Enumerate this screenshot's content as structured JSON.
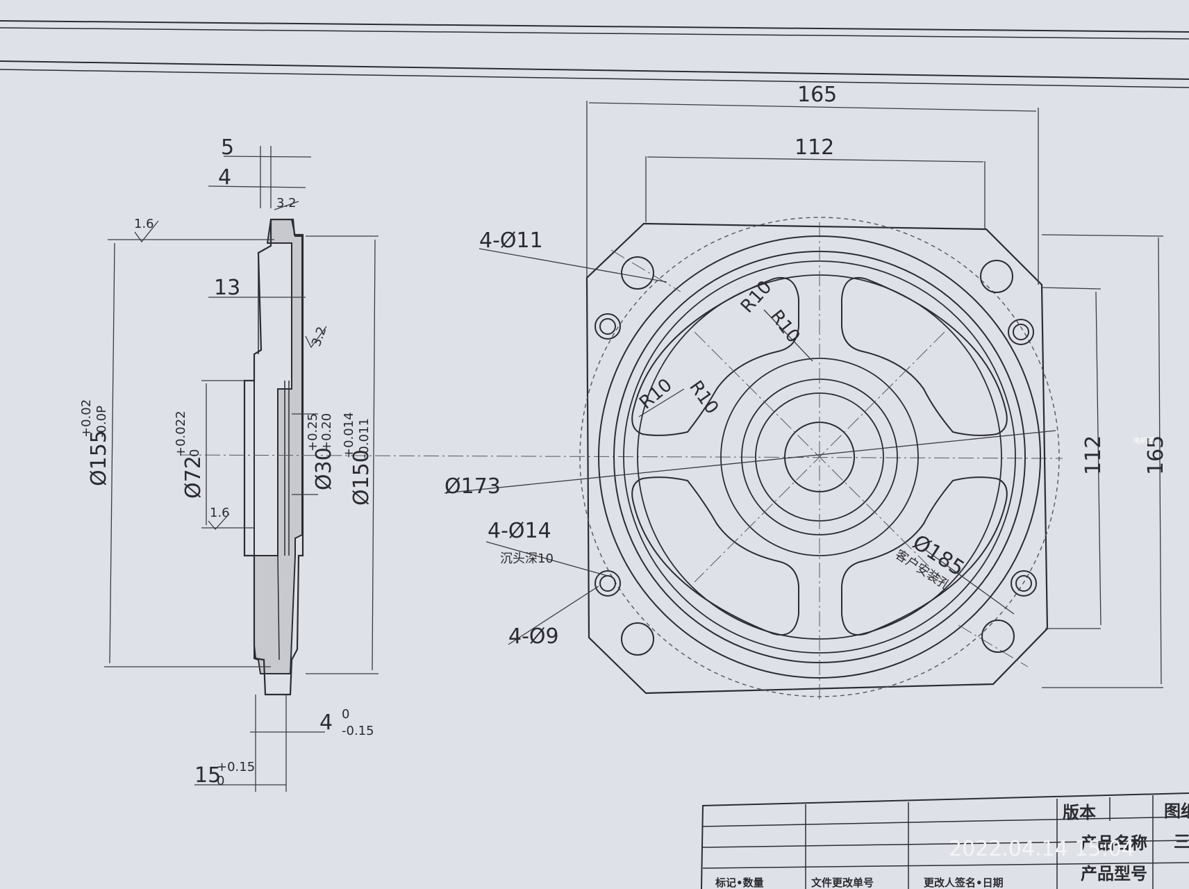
{
  "dims": {
    "side": {
      "d5": "5",
      "d4": "4",
      "rough_3_2_top": "3.2",
      "rough_1_6_top": "1.6",
      "d13": "13",
      "rough_3_2_mid": "3.2",
      "d155": "Ø155",
      "d155_tol_up": "+0.02",
      "d155_tol_dn": "-0.0P",
      "d72": "Ø72",
      "d72_tol_up": "+0.022",
      "d72_tol_dn": "0",
      "d30": "Ø30",
      "d30_tol_up": "+0.25",
      "d30_tol_dn": "+0.20",
      "d150": "Ø150",
      "d150_tol_up": "+0.014",
      "d150_tol_dn": "-0.011",
      "rough_1_6_bot": "1.6",
      "d4b": "4",
      "d4b_tol_up": "0",
      "d4b_tol_dn": "-0.15",
      "d15": "15",
      "d15_tol_up": "+0.15",
      "d15_tol_dn": "0"
    },
    "front": {
      "w165": "165",
      "w112": "112",
      "h112": "112",
      "h165": "165",
      "hole11": "4-Ø11",
      "d173": "Ø173",
      "hole14": "4-Ø14",
      "counterbore": "沉头深10",
      "hole9": "4-Ø9",
      "d185": "Ø185",
      "customer_holes": "客户安装孔",
      "r1": "R10",
      "r2": "R10",
      "r3": "R10",
      "r4": "R10"
    }
  },
  "title_block": {
    "col1": "标记•数量",
    "col2": "文件更改单号",
    "col3": "更改人签名•日期",
    "version": "版本",
    "drawing": "图纸",
    "product_name": "产品名称",
    "product_model": "产品型号",
    "product_name_value": "三"
  },
  "photo_timestamp": "2022.04.14 15:04",
  "watermark": "电机圈"
}
